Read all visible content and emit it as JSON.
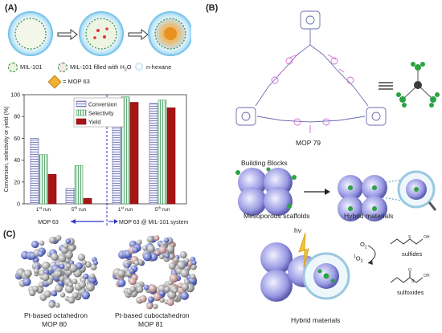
{
  "panels": {
    "a": "(A)",
    "b": "(B)",
    "c": "(C)"
  },
  "panel_a": {
    "legend": {
      "mil101": "MIL-101",
      "mil101_water_prefix": "MIL-101 filled with H",
      "mil101_water_sub": "2",
      "mil101_water_suffix": "O",
      "hexane": "n-hexane",
      "mop63": "= MOP 63"
    }
  },
  "chart_data": {
    "type": "bar",
    "ylabel": "Conversion, selectivity or yield (%)",
    "ylim": [
      0,
      100
    ],
    "yticks": [
      0,
      20,
      40,
      60,
      80,
      100
    ],
    "categories": [
      {
        "pre": "1",
        "sup": "st",
        "post": " run"
      },
      {
        "pre": "5",
        "sup": "th",
        "post": " run"
      },
      {
        "pre": "1",
        "sup": "st",
        "post": " run"
      },
      {
        "pre": "5",
        "sup": "th",
        "post": " run"
      }
    ],
    "series": [
      {
        "name": "Conversion",
        "values": [
          60,
          14,
          95,
          92
        ],
        "color": "#c9cde8",
        "stroke": "#5b5fa8"
      },
      {
        "name": "Selectivity",
        "values": [
          45,
          35,
          98,
          95
        ],
        "color": "#b9e3c6",
        "stroke": "#3f9a5a"
      },
      {
        "name": "Yield",
        "values": [
          27,
          5,
          93,
          88
        ],
        "color": "#a81414",
        "stroke": "#7a0e0e"
      }
    ],
    "groups": [
      "MOP 63",
      "MOP 63 @ MIL-101 system"
    ]
  },
  "panel_b": {
    "mop79": "MOP 79",
    "building_blocks": "Building Blocks",
    "mesoporous": "Mesoporous scaffolds",
    "hybrid1": "Hybrid materials",
    "hybrid2": "Hybrid materials",
    "hv": "hν",
    "o2": "O",
    "o2_sub": "2",
    "singlet_pre": "1",
    "singlet": "O",
    "singlet_sub": "2",
    "sulfides": "sulfides",
    "sulfoxides": "sulfoxides"
  },
  "panel_c": {
    "left_line1": "Pt-based octahedron",
    "left_line2": "MOP 80",
    "right_line1": "Pt-based cuboctahedron",
    "right_line2": "MOP 81"
  }
}
